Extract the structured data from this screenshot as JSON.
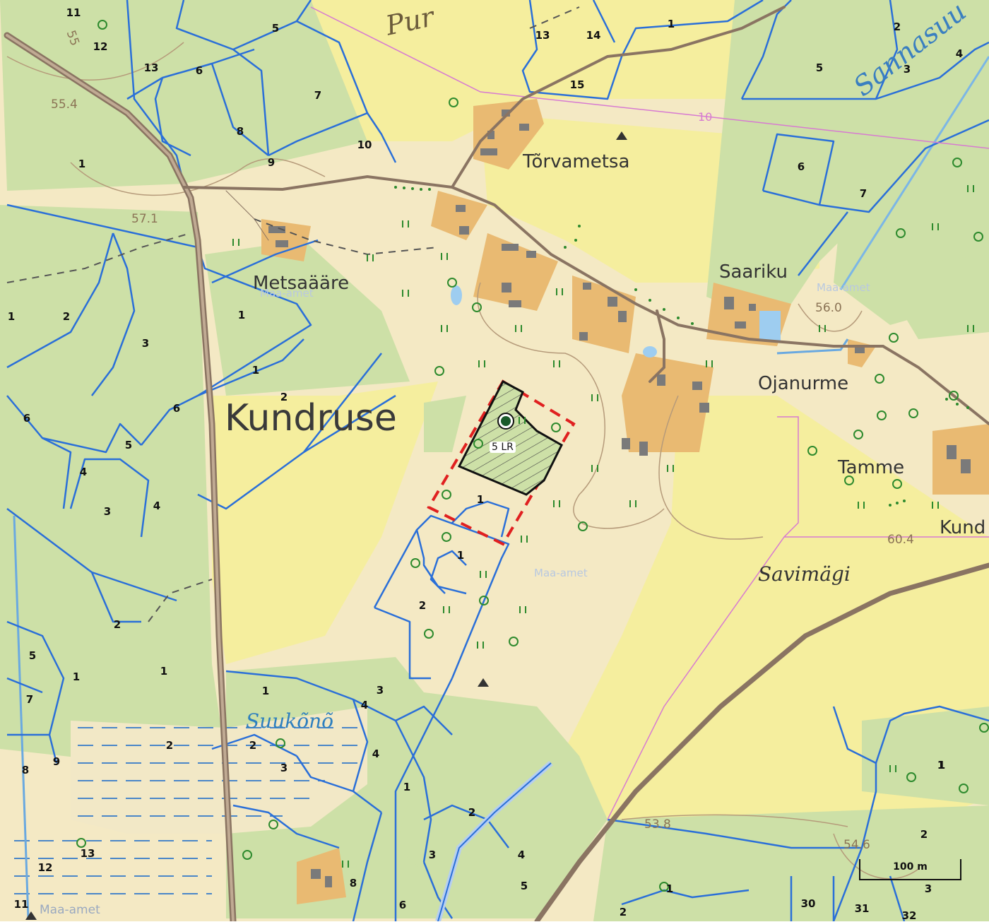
{
  "map": {
    "scale_bar_label": "100 m",
    "plot_label": "5 LR",
    "watermarks": [
      "Maa-amet",
      "Maa-amet",
      "Maa-amet",
      "Maa-amet"
    ],
    "places": {
      "kundruse": "Kundruse",
      "torvametsa": "Tõrvametsa",
      "saariku": "Saariku",
      "metsaaare": "Metsaääre",
      "ojanurme": "Ojanurme",
      "tamme": "Tamme",
      "kund": "Kund",
      "savimagi": "Savimägi",
      "suukono": "Suukõnõ",
      "sannasuu": "Sannasuu",
      "pur": "Pur"
    },
    "heights": [
      "55.4",
      "57.1",
      "56.0",
      "53.8",
      "54.6",
      "60.4",
      "55"
    ],
    "road_number": "10",
    "parcel_numbers": [
      "11",
      "12",
      "13",
      "6",
      "5",
      "7",
      "8",
      "9",
      "10",
      "1",
      "13",
      "14",
      "15",
      "1",
      "2",
      "5",
      "3",
      "4",
      "6",
      "7",
      "1",
      "2",
      "3",
      "1",
      "1",
      "2",
      "6",
      "5",
      "4",
      "3",
      "4",
      "6",
      "1",
      "2",
      "2",
      "5",
      "1",
      "7",
      "8",
      "9",
      "2",
      "1",
      "1",
      "2",
      "3",
      "4",
      "3",
      "4",
      "1",
      "2",
      "3",
      "12",
      "13",
      "11",
      "8",
      "6",
      "5",
      "4",
      "30",
      "31",
      "32",
      "2",
      "1",
      "2",
      "1",
      "3",
      "2",
      "1",
      "1"
    ]
  },
  "colors": {
    "open_land": "#f4e9c4",
    "field": "#f5ee9e",
    "forest": "#cde0a7",
    "building_area": "#e9ba72",
    "cadastre": "#2a6fd8",
    "road": "#8a7462",
    "highlight": "#e02020"
  }
}
